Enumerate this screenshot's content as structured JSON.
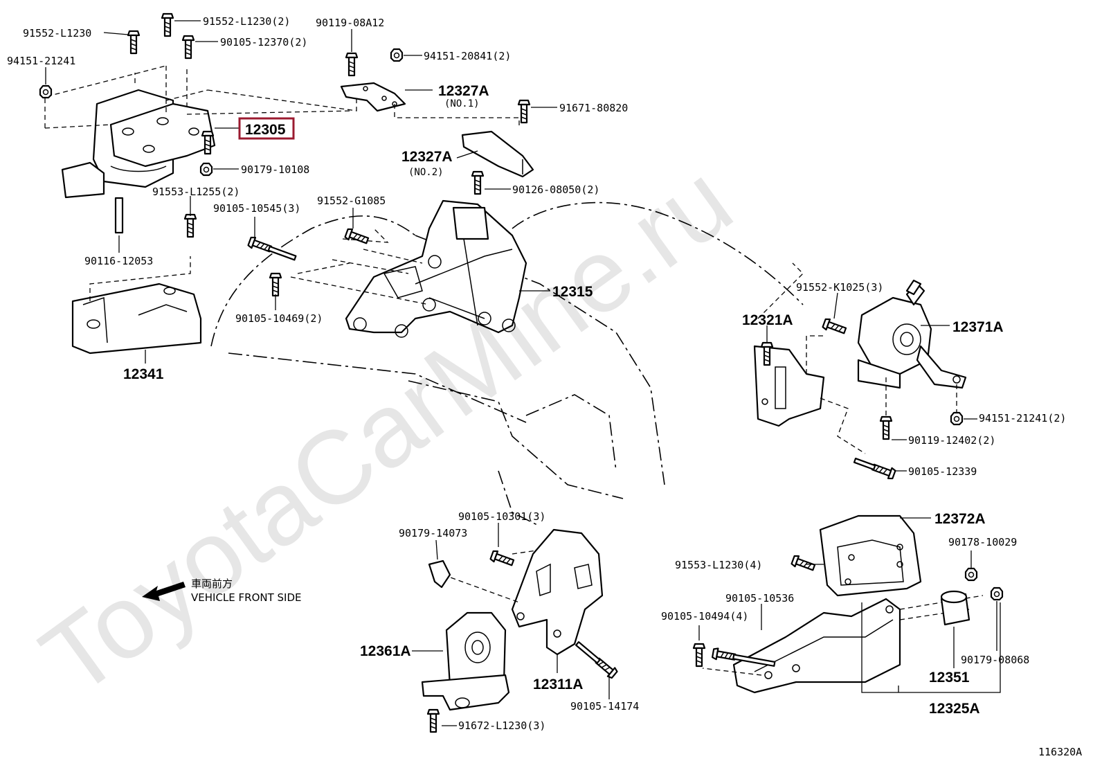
{
  "watermark": "ToyotaCarMine.ru",
  "highlighted_part": "12305",
  "front_note": {
    "jp": "車両前方",
    "en": "VEHICLE FRONT SIDE"
  },
  "diagram_id": "116320A",
  "labels": {
    "p12305": "12305",
    "p12341": "12341",
    "p12315": "12315",
    "p12327A1": "12327A",
    "p12327A1_sub": "(NO.1)",
    "p12327A2": "12327A",
    "p12327A2_sub": "(NO.2)",
    "p12321A": "12321A",
    "p12371A": "12371A",
    "p12372A": "12372A",
    "p12361A": "12361A",
    "p12311A": "12311A",
    "p12351": "12351",
    "p12325A": "12325A",
    "b91552_L1230": "91552-L1230",
    "b91552_L1230_2": "91552-L1230(2)",
    "b90105_12370": "90105-12370(2)",
    "b90119_08A12": "90119-08A12",
    "b94151_21241": "94151-21241",
    "b94151_20841": "94151-20841(2)",
    "b91671_80820": "91671-80820",
    "b90179_10108": "90179-10108",
    "b91553_L1255": "91553-L1255(2)",
    "b90126_08050": "90126-08050(2)",
    "b90105_10545": "90105-10545(3)",
    "b91552_G1085": "91552-G1085",
    "b90116_12053": "90116-12053",
    "b90105_10469": "90105-10469(2)",
    "b91552_K1025": "91552-K1025(3)",
    "b94151_21241_2": "94151-21241(2)",
    "b90119_12402": "90119-12402(2)",
    "b90105_12339": "90105-12339",
    "b90105_10301": "90105-10301(3)",
    "b90179_14073": "90179-14073",
    "b91553_L1230": "91553-L1230(4)",
    "b90178_10029": "90178-10029",
    "b90105_10536": "90105-10536",
    "b90105_10494": "90105-10494(4)",
    "b90179_08068": "90179-08068",
    "b90105_14174": "90105-14174",
    "b91672_L1230": "91672-L1230(3)"
  }
}
